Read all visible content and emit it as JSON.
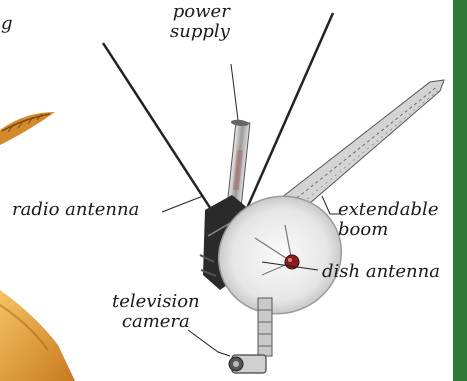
{
  "diagram": {
    "labels": {
      "partial_word": "g",
      "power_supply": [
        "power",
        "supply"
      ],
      "radio_antenna": "radio antenna",
      "extendable_boom": [
        "extendable",
        "boom"
      ],
      "dish_antenna": "dish antenna",
      "television_camera": [
        "television",
        "camera"
      ]
    },
    "colors": {
      "accent_green": "#2f7a3a",
      "metal_dark": "#2a2a2a",
      "metal_light": "#d9d9d9",
      "sand": "#e3a23b"
    }
  }
}
